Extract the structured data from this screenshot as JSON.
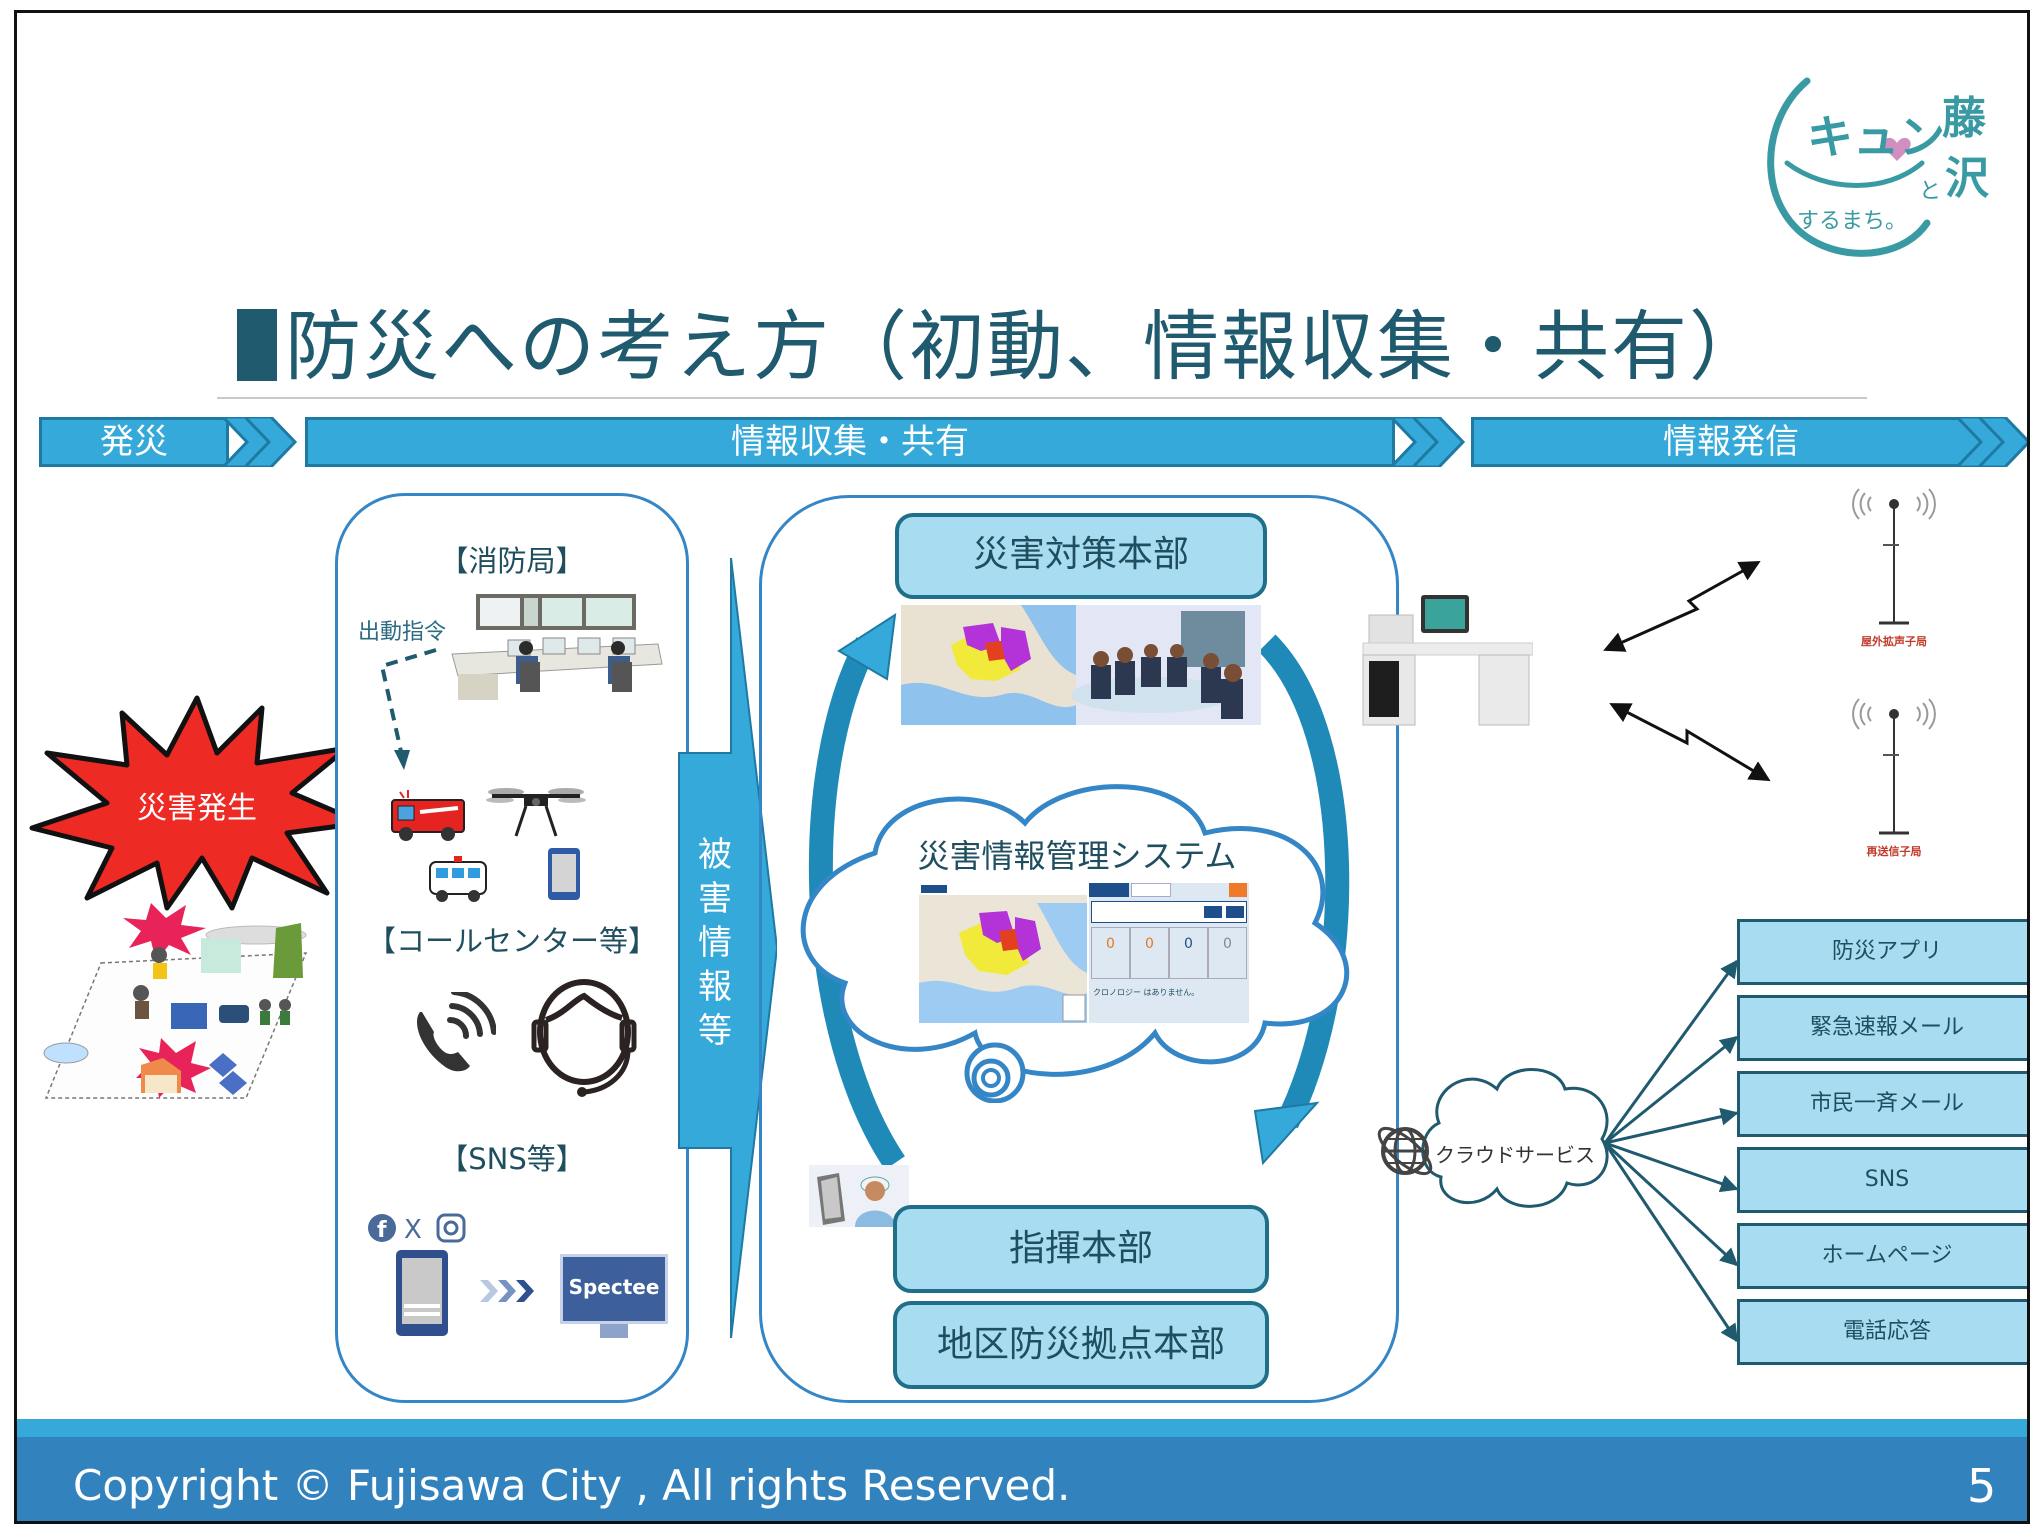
{
  "slide": {
    "title": "防災への考え方（初動、情報収集・共有）",
    "page_number": "5",
    "copyright": "Copyright © Fujisawa City , All rights Reserved."
  },
  "logo": {
    "line1": "キュン",
    "line2": "と",
    "line3": "藤沢",
    "tagline": "するまち。",
    "accent_color": "#3a9aa3",
    "heart_color": "#d08fbf"
  },
  "phases": [
    {
      "label": "発災"
    },
    {
      "label": "情報収集・共有"
    },
    {
      "label": "情報発信"
    }
  ],
  "disaster": {
    "burst_label": "災害発生"
  },
  "collection": {
    "fire_department": {
      "title": "【消防局】",
      "dispatch_label": "出動指令"
    },
    "call_center": {
      "title": "【コールセンター等】"
    },
    "sns": {
      "title": "【SNS等】",
      "service_name": "Spectee"
    }
  },
  "damage_info_arrow": {
    "label_chars": [
      "被",
      "害",
      "情",
      "報",
      "等"
    ]
  },
  "center": {
    "disaster_hq": "災害対策本部",
    "system_title": "災害情報管理システム",
    "system_ui": {
      "counters": [
        "0",
        "0",
        "0",
        "0"
      ],
      "counter_colors": [
        "#f6dccd",
        "#fdf7d2",
        "#dbe7f2",
        "#dcdcdc"
      ],
      "empty_message": "クロノロジー はありません。"
    },
    "command_hq": "指揮本部",
    "district_hq": "地区防災拠点本部"
  },
  "transmission": {
    "towers": [
      {
        "label": "屋外拡声子局"
      },
      {
        "label": "再送信子局"
      }
    ],
    "cloud_label": "クラウドサービス",
    "channels": [
      {
        "label": "防災アプリ"
      },
      {
        "label": "緊急速報メール"
      },
      {
        "label": "市民一斉メール"
      },
      {
        "label": "SNS"
      },
      {
        "label": "ホームページ"
      },
      {
        "label": "電話応答"
      }
    ]
  },
  "colors": {
    "phase_fill": "#35a9da",
    "phase_border": "#1f7aa3",
    "box_fill": "#a8dcf0",
    "box_border": "#1f5a6e",
    "panel_border": "#3486c6",
    "burst_fill": "#ee2a24",
    "footer": "#3282be",
    "footer_stripe": "#35a9da",
    "tower_label": "#c0392b"
  }
}
